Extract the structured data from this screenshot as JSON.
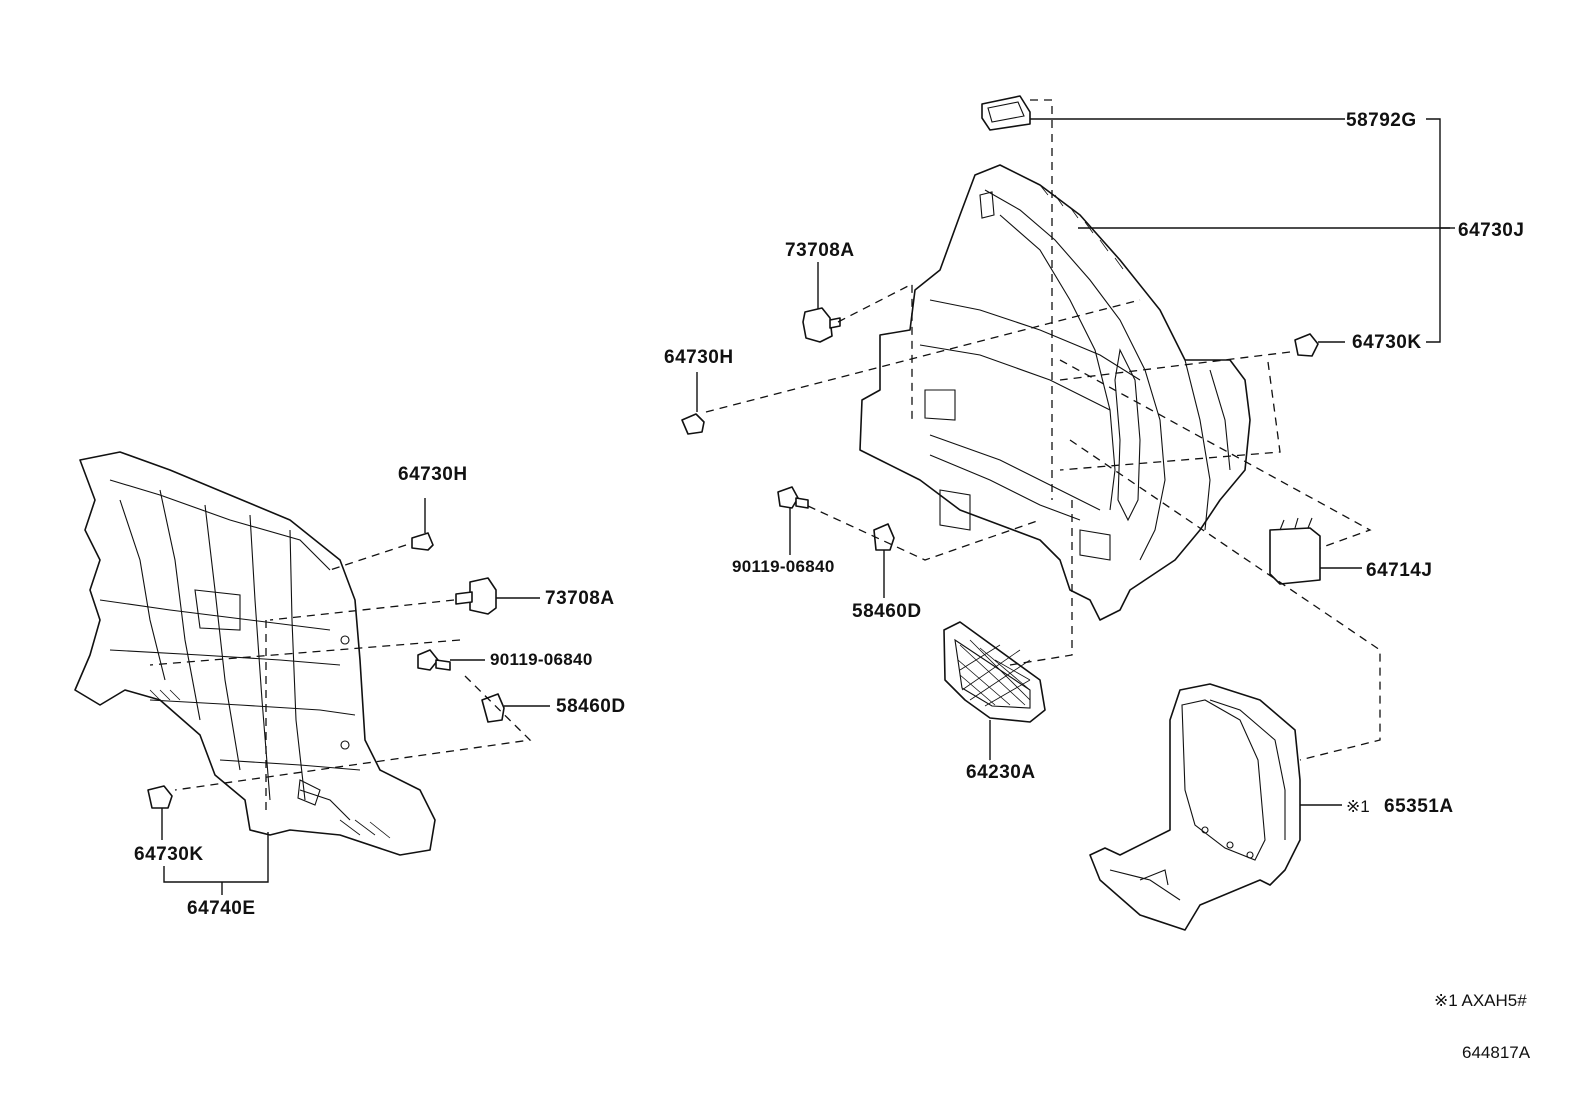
{
  "callouts": {
    "c58792G": "58792G",
    "c64730J": "64730J",
    "c73708A_top": "73708A",
    "c64730H_top": "64730H",
    "c64730K_right": "64730K",
    "c90119_center": "90119-06840",
    "c58460D_center": "58460D",
    "c64714J": "64714J",
    "c64230A": "64230A",
    "c65351A": "65351A",
    "c64730H_left": "64730H",
    "c73708A_left": "73708A",
    "c90119_left": "90119-06840",
    "c58460D_left": "58460D",
    "c64730K_left": "64730K",
    "c64740E": "64740E"
  },
  "notes": {
    "mark65351A": "※1",
    "footnote": "※1 AXAH5#",
    "diagram_id": "644817A"
  }
}
